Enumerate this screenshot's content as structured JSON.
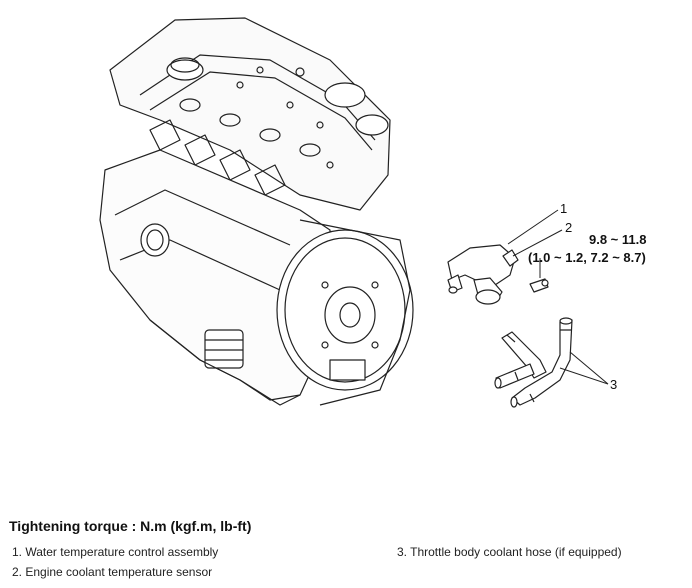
{
  "callouts": {
    "c1": "1",
    "c2": "2",
    "c3": "3"
  },
  "torque_spec": {
    "nm": "9.8 ~ 11.8",
    "kgf_lbft": "(1.0 ~ 1.2, 7.2 ~ 8.7)"
  },
  "caption": {
    "title": "Tightening torque : N.m (kgf.m, lb-ft)",
    "items": [
      "1. Water temperature control assembly",
      "2. Engine coolant temperature sensor",
      "3. Throttle body coolant hose (if equipped)"
    ]
  }
}
